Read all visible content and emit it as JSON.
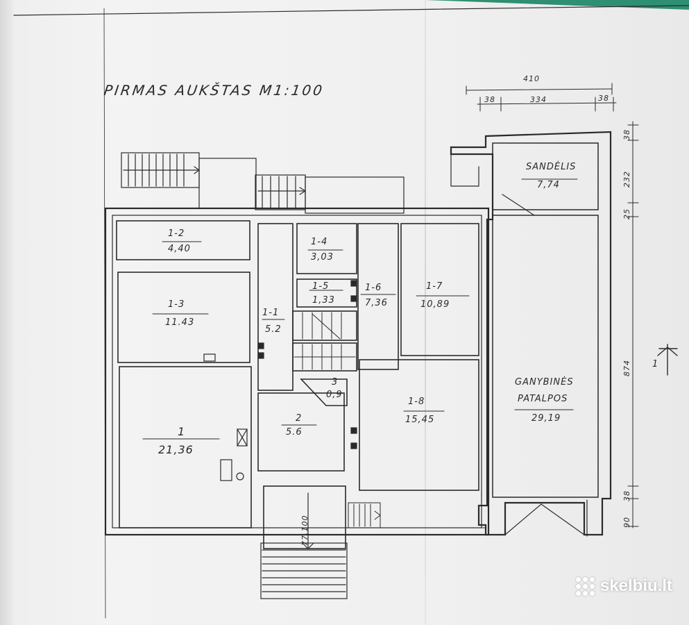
{
  "title": "PIRMAS AUKŠTAS M1:100",
  "dimensions_top": {
    "total": "410",
    "left": "38",
    "middle": "334",
    "right": "38"
  },
  "dimensions_right": {
    "d1": "38",
    "d2": "232",
    "d3": "25",
    "d4": "874",
    "d5": "38",
    "d6": "90"
  },
  "stair_dimension": "77.100",
  "north_arrow_label": "1",
  "rooms": [
    {
      "id": "1-2",
      "area": "4,40"
    },
    {
      "id": "1-3",
      "area": "11.43"
    },
    {
      "id": "1-1",
      "area": "5.2"
    },
    {
      "id": "1-4",
      "area": "3,03"
    },
    {
      "id": "1-5",
      "area": "1,33"
    },
    {
      "id": "1-6",
      "area": "7,36"
    },
    {
      "id": "1-7",
      "area": "10,89"
    },
    {
      "id": "3",
      "area": "0,9"
    },
    {
      "id": "2",
      "area": "5.6"
    },
    {
      "id": "1-8",
      "area": "15,45"
    },
    {
      "id": "1",
      "area": "21,36"
    },
    {
      "id": "SANDĖLIS",
      "area": "7,74"
    },
    {
      "id_line1": "GANYBINĖS",
      "id_line2": "PATALPOS",
      "area": "29,19"
    }
  ],
  "watermark": "skelbiu.lt",
  "colors": {
    "paper": "#f0f0f0",
    "ink": "#2a2a2a",
    "corner_accent": "#2f8f73"
  }
}
